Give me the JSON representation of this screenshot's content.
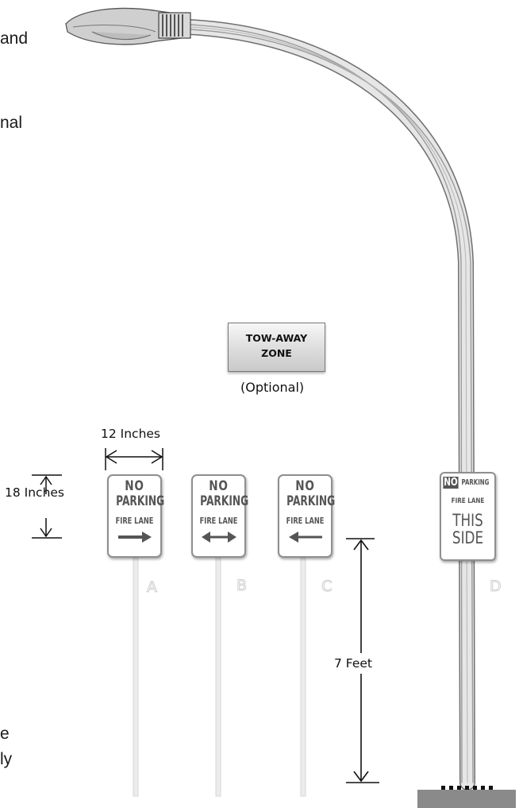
{
  "side_text": {
    "line1": "and",
    "line2": "nal",
    "line3": "e",
    "line4": "ly"
  },
  "tow_away": {
    "line1": "TOW-AWAY",
    "line2": "ZONE",
    "note": "(Optional)"
  },
  "dimensions": {
    "width": "12 Inches",
    "height": "18 Inches",
    "pole_height": "7 Feet"
  },
  "signs": [
    {
      "letter": "A",
      "line1": "NO",
      "line2": "PARKING",
      "line3": "FIRE LANE",
      "arrow": "right-arrow"
    },
    {
      "letter": "B",
      "line1": "NO",
      "line2": "PARKING",
      "line3": "FIRE LANE",
      "arrow": "double-arrow"
    },
    {
      "letter": "C",
      "line1": "NO",
      "line2": "PARKING",
      "line3": "FIRE LANE",
      "arrow": "left-arrow"
    }
  ],
  "sign_d": {
    "letter": "D",
    "no": "NO",
    "parking": "PARKING",
    "fire_lane": "FIRE LANE",
    "line1": "THIS",
    "line2": "SIDE"
  },
  "colors": {
    "sign_border": "#8f8f8f",
    "sign_text": "#555555",
    "pole": "#e3e3e3",
    "base": "#8a8a8a"
  }
}
